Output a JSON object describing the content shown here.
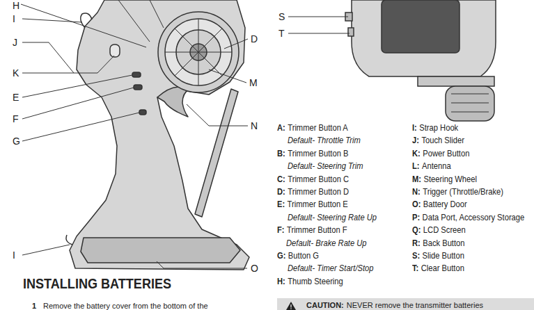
{
  "diagram": {
    "nodes": [
      {
        "text": [
          "CAUTION:",
          "NEVER remove the transmitter batteries"
        ]
      }
    ],
    "labels": [
      "H",
      "I",
      "J",
      "K",
      "E",
      "F",
      "G",
      "I",
      "O",
      "D",
      "M",
      "N",
      "S",
      "T",
      "A:",
      "Trimmer Button A",
      "Default- Throttle Trim",
      "B:",
      "Trimmer Button B",
      "Default- Steering Trim",
      "C:",
      "Trimmer Button C",
      "D:",
      "Trimmer Button D",
      "E:",
      "Trimmer Button E",
      "Default- Steering Rate Up",
      "F:",
      "Trimmer Button F",
      "Default- Brake Rate Up",
      "G:",
      "Button G",
      "Default- Timer Start/Stop",
      "H:",
      "Thumb Steering",
      "I:",
      "Strap Hook",
      "J:",
      "Touch Slider",
      "K:",
      "Power Button",
      "L:",
      "Antenna",
      "M:",
      "Steering Wheel",
      "N:",
      "Trigger (Throttle/Brake)",
      "O:",
      "Battery Door",
      "P:",
      "Data Port, Accessory Storage",
      "Q:",
      "LCD Screen",
      "R:",
      "Back Button",
      "S:",
      "Slide Button",
      "T:",
      "Clear Button",
      "INSTALLING BATTERIES",
      "1",
      "Remove the battery cover from the bottom of the"
    ]
  }
}
